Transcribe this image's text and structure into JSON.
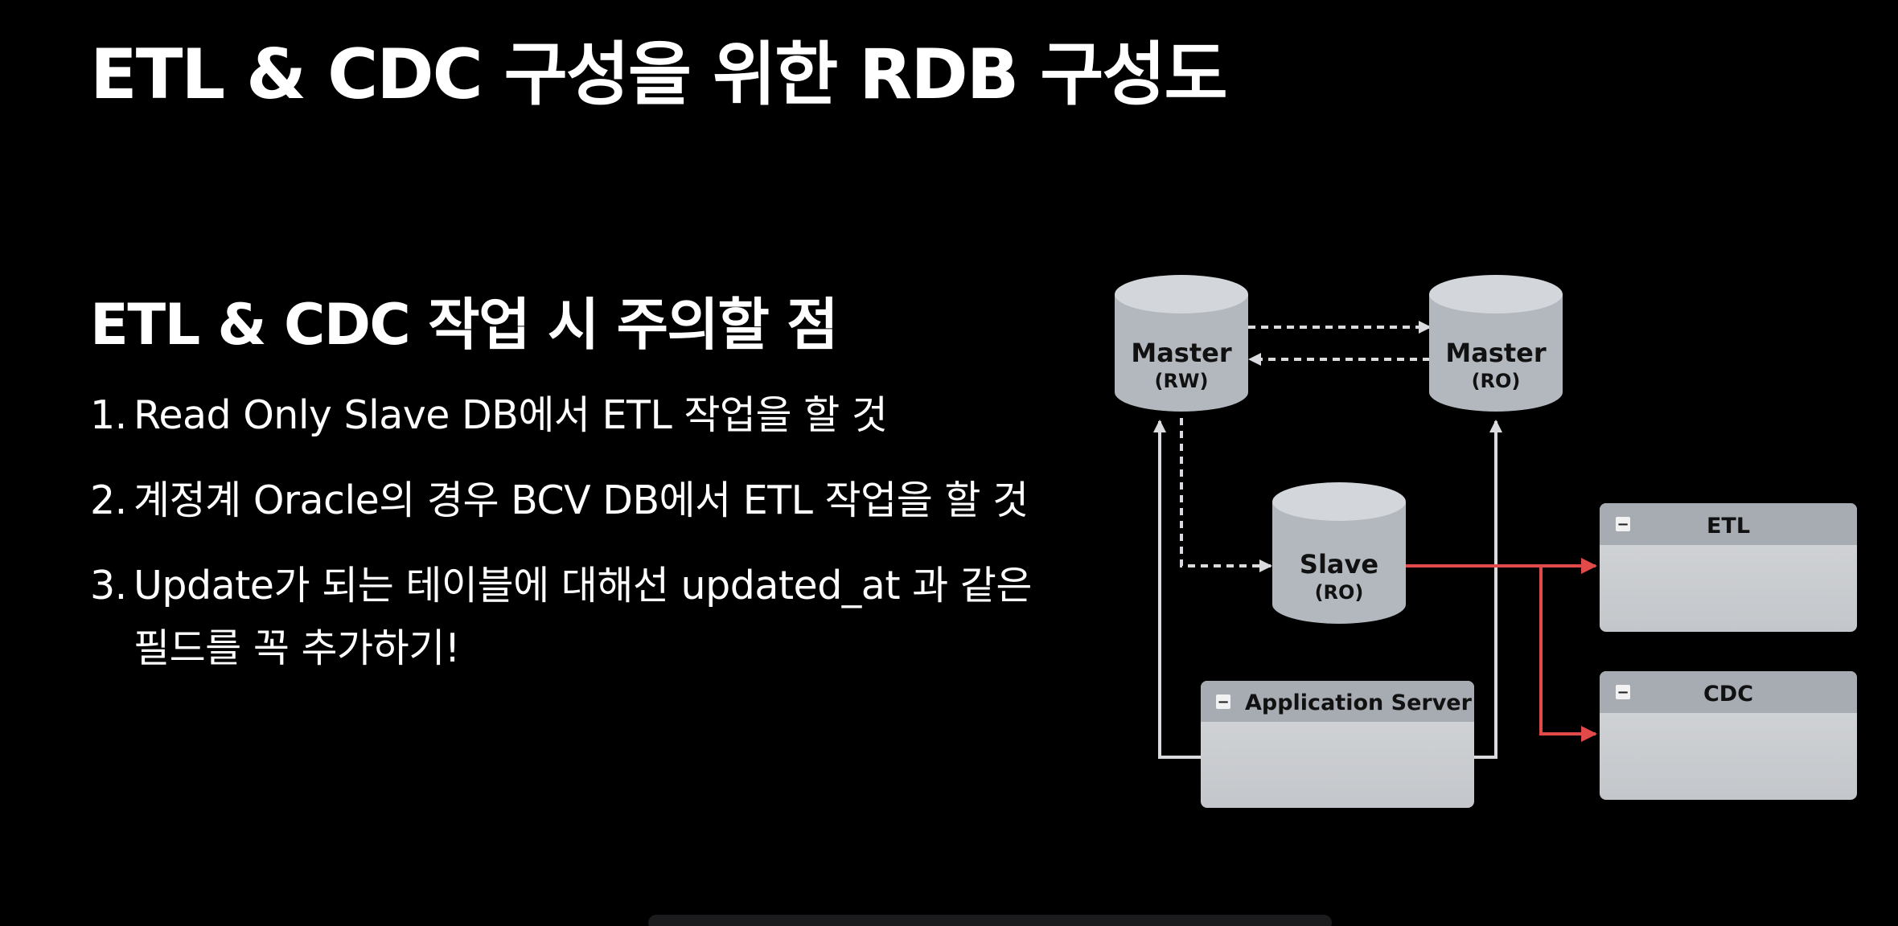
{
  "title": "ETL & CDC 구성을 위한 RDB 구성도",
  "section": {
    "heading": "ETL & CDC 작업 시 주의할 점",
    "items": [
      {
        "num": "1.",
        "text": "Read Only Slave DB에서 ETL 작업을 할 것"
      },
      {
        "num": "2.",
        "text": "계정계 Oracle의 경우 BCV DB에서 ETL 작업을 할 것"
      },
      {
        "num": "3.",
        "text": "Update가 되는 테이블에 대해선 updated_at 과 같은 필드를 꼭 추가하기!"
      }
    ]
  },
  "diagram": {
    "master_rw": {
      "label": "Master",
      "sub": "(RW)"
    },
    "master_ro": {
      "label": "Master",
      "sub": "(RO)"
    },
    "slave": {
      "label": "Slave",
      "sub": "(RO)"
    },
    "app_server": {
      "label": "Application Server",
      "toggle": "−"
    },
    "etl": {
      "label": "ETL",
      "toggle": "−"
    },
    "cdc": {
      "label": "CDC",
      "toggle": "−"
    },
    "colors": {
      "cylinder_body": "#b3b8bf",
      "cylinder_top": "#d3d6da",
      "box_header": "#a7acb3",
      "box_body": "#cdd0d4",
      "line": "#d9dbde",
      "accent": "#e24a4a"
    }
  }
}
